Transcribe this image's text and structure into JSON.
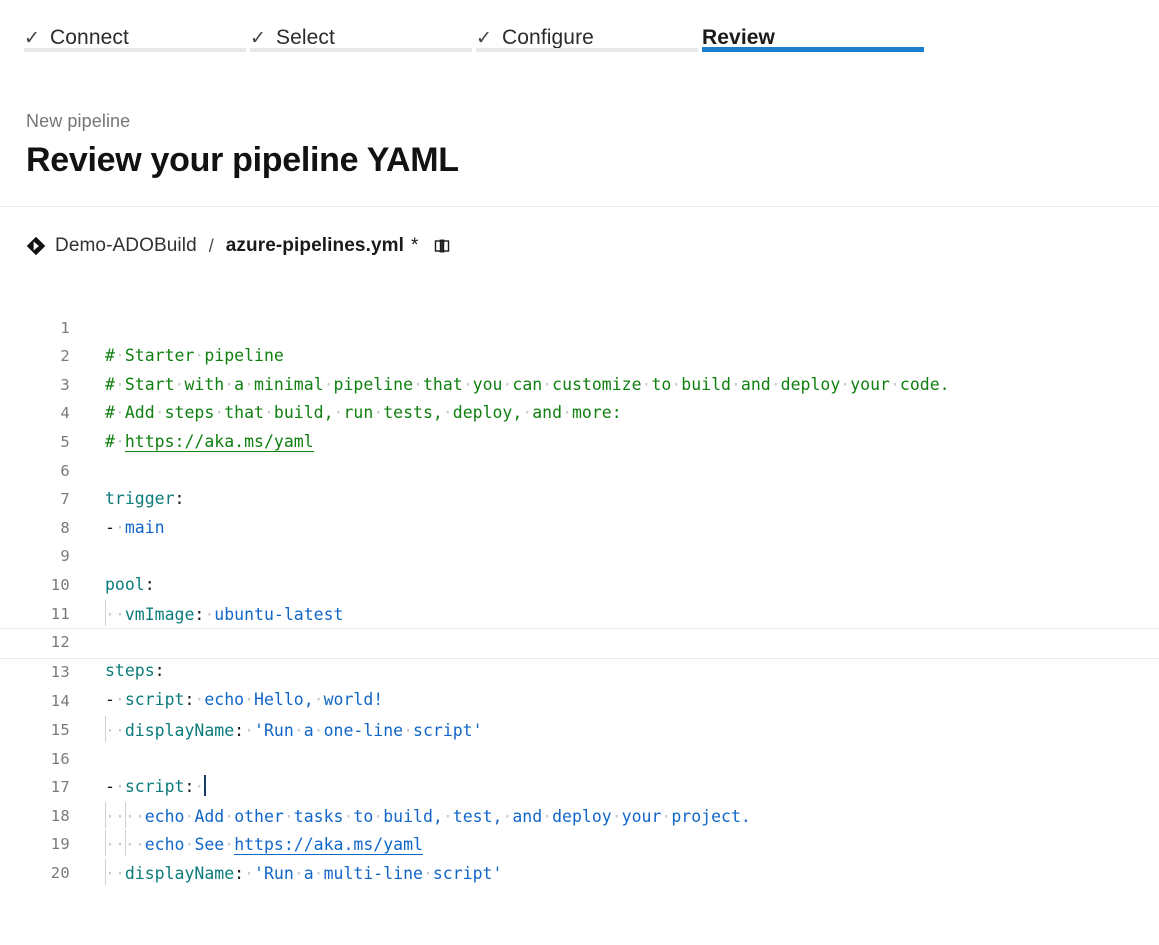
{
  "wizard": {
    "tabs": [
      {
        "label": "Connect",
        "icon": "check-icon",
        "completed": true,
        "active": false
      },
      {
        "label": "Select",
        "icon": "check-icon",
        "completed": true,
        "active": false
      },
      {
        "label": "Configure",
        "icon": "check-icon",
        "completed": true,
        "active": false
      },
      {
        "label": "Review",
        "icon": "",
        "completed": false,
        "active": true
      }
    ],
    "check_glyph": "✓",
    "accent_color": "#1b7fd0",
    "inactive_rule_color": "#e9e9e9"
  },
  "header": {
    "eyebrow": "New pipeline",
    "title": "Review your pipeline YAML"
  },
  "file_bar": {
    "repo_icon": "azure-repos-git-icon",
    "repo_name": "Demo-ADOBuild",
    "separator": "/",
    "file_name": "azure-pipelines.yml",
    "dirty_marker": "*",
    "action_icon": "split-editor-icon"
  },
  "editor": {
    "language": "yaml",
    "cursor_line": 16,
    "highlight_line": 13,
    "colors": {
      "comment": "#108010",
      "key": "#0c7b7b",
      "value": "#1266c8",
      "punctuation": "#1b1a19",
      "line_number": "#7a7a7a",
      "whitespace_dot": "#c8c8c8",
      "indent_guide": "#d0d0d0",
      "highlight_border": "#ececec",
      "caret": "#1a3a6b"
    },
    "lines": [
      {
        "n": "1",
        "text": "# Starter pipeline"
      },
      {
        "n": "2",
        "text": "# Start with a minimal pipeline that you can customize to build and deploy your code."
      },
      {
        "n": "3",
        "text": "# Add steps that build, run tests, deploy, and more:"
      },
      {
        "n": "4",
        "text": "# https://aka.ms/yaml"
      },
      {
        "n": "5",
        "text": ""
      },
      {
        "n": "6",
        "text": "trigger:"
      },
      {
        "n": "7",
        "text": "- main"
      },
      {
        "n": "8",
        "text": ""
      },
      {
        "n": "9",
        "text": "pool:"
      },
      {
        "n": "10",
        "text": "  vmImage: ubuntu-latest"
      },
      {
        "n": "11",
        "text": ""
      },
      {
        "n": "12",
        "text": "steps:"
      },
      {
        "n": "13",
        "text": "- script: echo Hello, world!"
      },
      {
        "n": "14",
        "text": "  displayName: 'Run a one-line script'"
      },
      {
        "n": "15",
        "text": ""
      },
      {
        "n": "16",
        "text": "- script: |"
      },
      {
        "n": "17",
        "text": "    echo Add other tasks to build, test, and deploy your project."
      },
      {
        "n": "18",
        "text": "    echo See https://aka.ms/yaml"
      },
      {
        "n": "19",
        "text": "  displayName: 'Run a multi-line script'"
      },
      {
        "n": "20",
        "text": ""
      }
    ]
  }
}
